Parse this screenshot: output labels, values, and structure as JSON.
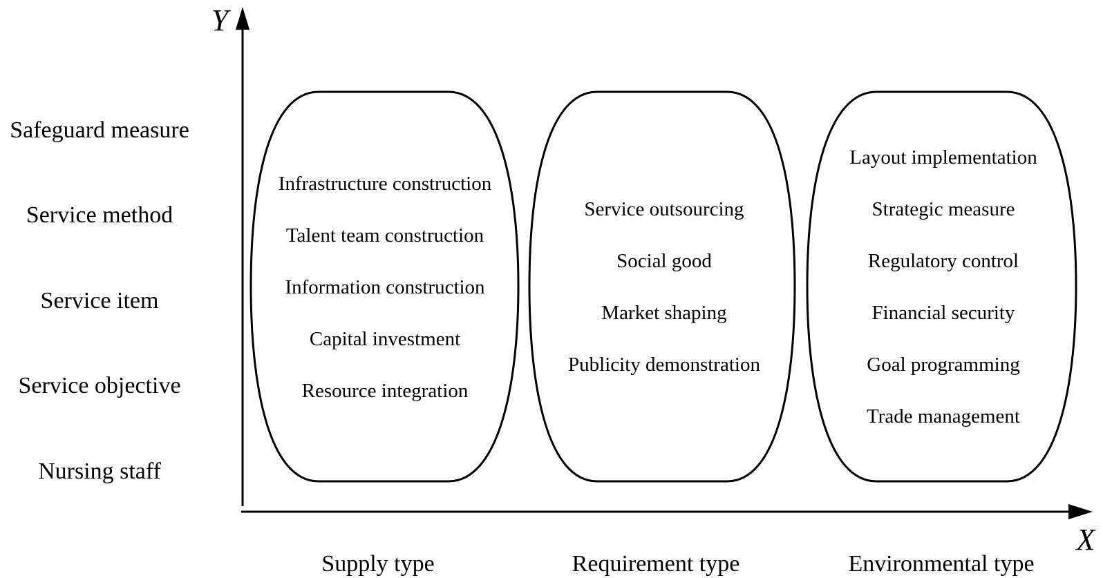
{
  "axes": {
    "x_name": "X",
    "y_name": "Y"
  },
  "y_categories": [
    "Safeguard measure",
    "Service method",
    "Service item",
    "Service objective",
    "Nursing staff"
  ],
  "x_categories": [
    "Supply type",
    "Requirement type",
    "Environmental type"
  ],
  "groups": [
    {
      "items": [
        "Infrastructure construction",
        "Talent team construction",
        "Information construction",
        "Capital investment",
        "Resource integration"
      ]
    },
    {
      "items": [
        "Service outsourcing",
        "Social good",
        "Market shaping",
        "Publicity demonstration"
      ]
    },
    {
      "items": [
        "Layout implementation",
        "Strategic measure",
        "Regulatory control",
        "Financial security",
        "Goal programming",
        "Trade management"
      ]
    }
  ]
}
